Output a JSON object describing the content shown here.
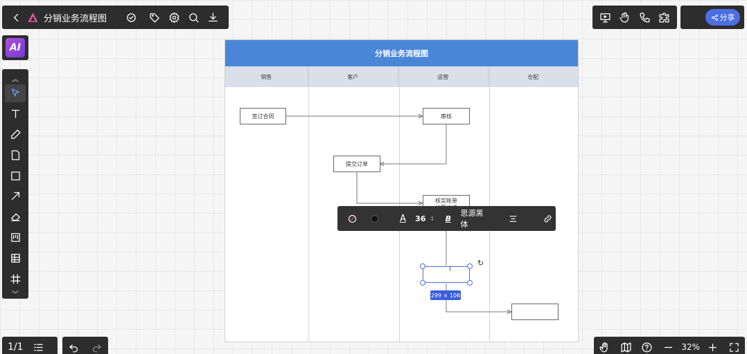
{
  "header": {
    "title": "分销业务流程图"
  },
  "share": {
    "label": "分享"
  },
  "ai": {
    "label": "AI"
  },
  "pager": {
    "label": "1/1"
  },
  "zoom": {
    "label": "32%"
  },
  "chart": {
    "title": "分销业务流程图",
    "lanes": [
      "销售",
      "客户",
      "运营",
      "仓配"
    ],
    "nodes": {
      "sign_contract": "签订合同",
      "review": "审核",
      "submit_order": "提交订单",
      "verify": "核实账单\n计算价格",
      "new_node": ""
    }
  },
  "format": {
    "font_size": "36",
    "font_family": "思源黑体"
  },
  "selection": {
    "size": "299 × 106"
  },
  "colors": {
    "header_blue": "#4a86d8",
    "lane_header": "#d9e0ea",
    "accent": "#4b6ee5"
  }
}
